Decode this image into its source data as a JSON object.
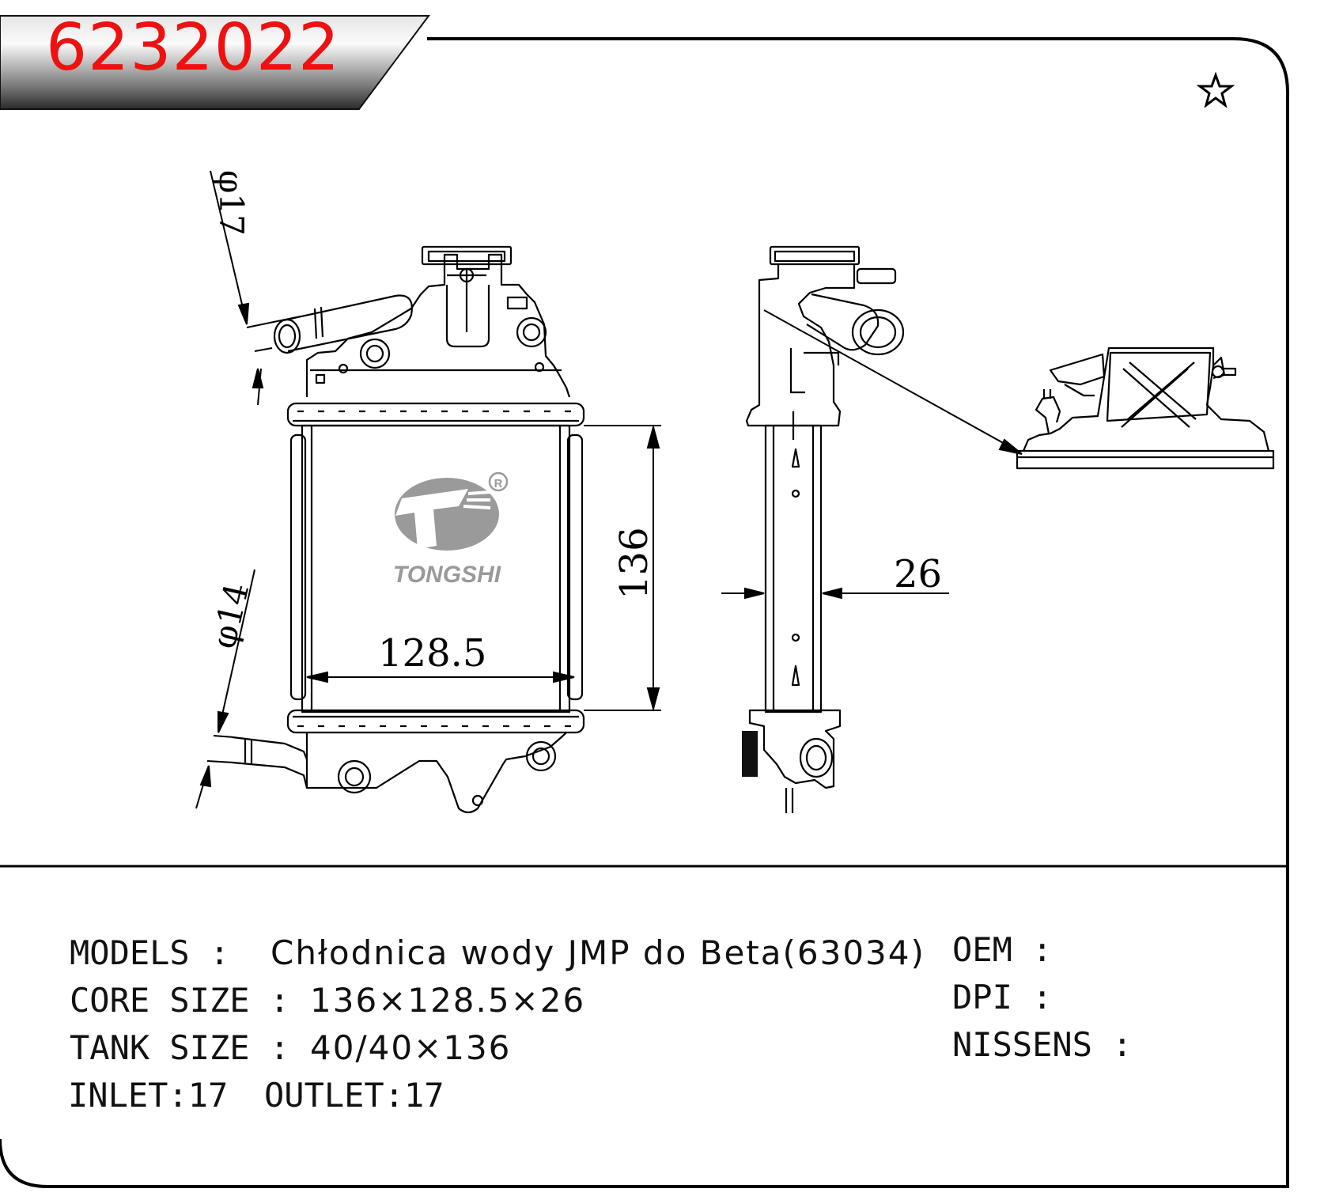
{
  "part_number": "6232022",
  "diagram": {
    "dimensions": {
      "inlet_dia": "φ17",
      "outlet_dia": "φ14",
      "core_height": "136",
      "core_width": "128.5",
      "core_depth": "26"
    },
    "logo": {
      "brand": "TONGSHI",
      "registered": "R"
    },
    "icons": [
      "star-icon",
      "tongshi-logo-icon"
    ]
  },
  "specs": {
    "models_label": "MODELS :",
    "models_value": "Chłodnica wody JMP do Beta(63034)",
    "core_size_label": "CORE SIZE :",
    "core_size_value": "136×128.5×26",
    "tank_size_label": "TANK SIZE :",
    "tank_size_value": "40/40×136",
    "inlet": "INLET:17",
    "outlet": "OUTLET:17",
    "oem_label": "OEM :",
    "dpi_label": "DPI :",
    "nissens_label": "NISSENS :"
  },
  "colors": {
    "part_number": "#ee1111",
    "logo_gray": "#9a9a9a",
    "line": "#000000"
  }
}
